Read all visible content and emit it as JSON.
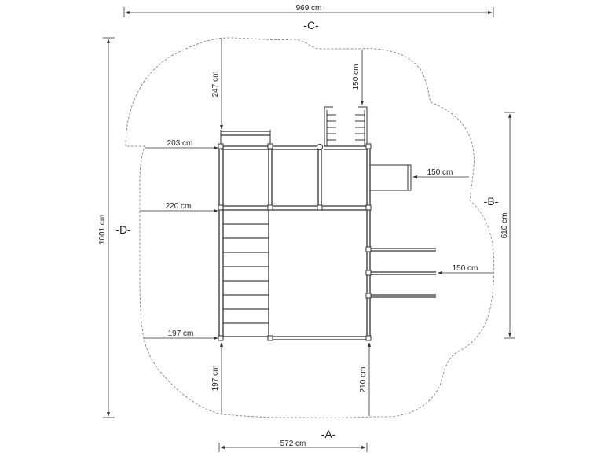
{
  "dimensions": {
    "overall_width": "969 cm",
    "overall_depth": "1001 cm",
    "zone_right_depth": "610 cm",
    "structure_width": "572 cm",
    "left_top": "203 cm",
    "left_mid": "220 cm",
    "left_bottom": "197 cm",
    "top_left": "247 cm",
    "top_right": "150 cm",
    "slide_right": "150 cm",
    "bars_right": "150 cm",
    "bottom_left": "197 cm",
    "bottom_right": "210 cm"
  },
  "sides": {
    "a": "-A-",
    "b": "-B-",
    "c": "-C-",
    "d": "-D-"
  }
}
